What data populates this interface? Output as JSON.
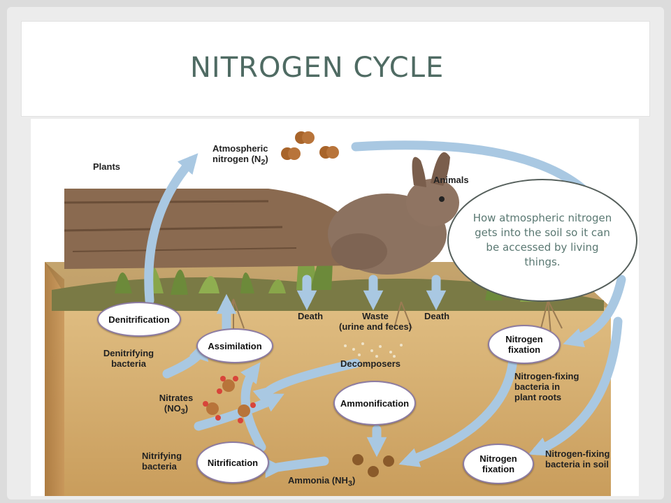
{
  "slide": {
    "title": "NITROGEN CYCLE",
    "callout": "How atmospheric nitrogen gets into the soil so it can be accessed by living things."
  },
  "diagram": {
    "labels": {
      "plants": "Plants",
      "atmospheric_line1": "Atmospheric",
      "atmospheric_line2": "nitrogen (N",
      "atmospheric_sub": "2",
      "atmospheric_end": ")",
      "animals": "Animals",
      "death_left": "Death",
      "waste_line1": "Waste",
      "waste_line2": "(urine and feces)",
      "death_right": "Death",
      "decomposers": "Decomposers",
      "denitrifying_line1": "Denitrifying",
      "denitrifying_line2": "bacteria",
      "nitrates_line1": "Nitrates",
      "nitrates_line2": "(NO",
      "nitrates_sub": "3",
      "nitrates_end": ")",
      "nitrifying_line1": "Nitrifying",
      "nitrifying_line2": "bacteria",
      "ammonia": "Ammonia (NH",
      "ammonia_sub": "3",
      "ammonia_end": ")",
      "roots_line1": "Nitrogen-fixing",
      "roots_line2": "bacteria in",
      "roots_line3": "plant roots",
      "soil_line1": "Nitrogen-fixing",
      "soil_line2": "bacteria in soil"
    },
    "processes": {
      "denitrification": "Denitrification",
      "assimilation": "Assimilation",
      "ammonification": "Ammonification",
      "nitrification": "Nitrification",
      "fixation_upper_line1": "Nitrogen",
      "fixation_upper_line2": "fixation",
      "fixation_lower_line1": "Nitrogen",
      "fixation_lower_line2": "fixation"
    },
    "colors": {
      "arrow": "#a9c8e2",
      "soil": "#d9b57a",
      "soil_dark": "#b98e52",
      "oval_border": "#8d7ca3",
      "title": "#4f6b63",
      "callout_text": "#5a7872"
    }
  }
}
